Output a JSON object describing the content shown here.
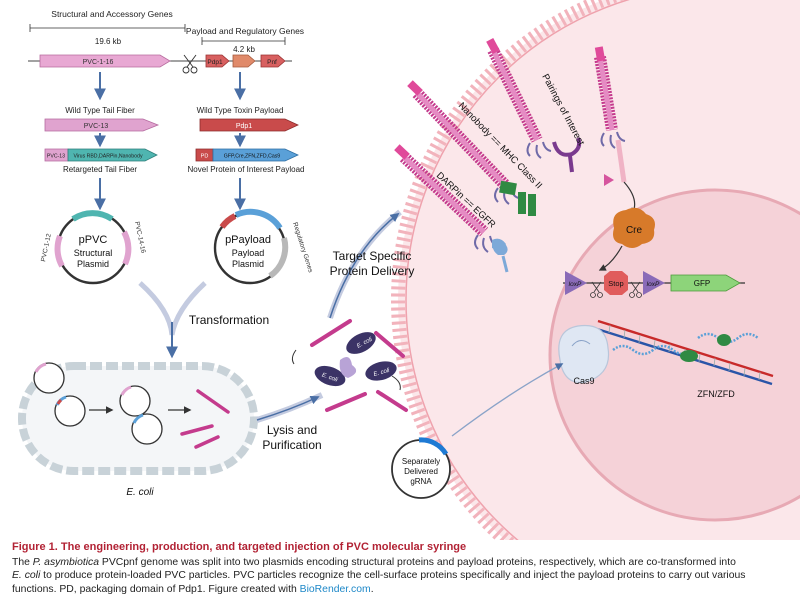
{
  "top": {
    "structural_header": "Structural and Accessory Genes",
    "structural_size": "19.6 kb",
    "payload_header": "Payload and Regulatory Genes",
    "payload_size": "4.2 kb",
    "pvc_gene": "PVC-1-16",
    "pdp1_gene": "Pdp1",
    "pnf_gene": "Pnf"
  },
  "tail": {
    "wild_label": "Wild Type Tail Fiber",
    "gene": "PVC-13",
    "retarget_part1": "PVC-13",
    "retarget_part2": "Virus RBD,DARPin,Nanobody",
    "retarget_label": "Retargeted Tail Fiber"
  },
  "toxin": {
    "wild_label": "Wild Type Toxin Payload",
    "gene": "Pdp1",
    "pd_part": "PD",
    "goi_part": "GFP,Cre,ZFN,ZFD,Cas9",
    "novel_label": "Novel Protein of Interest Payload"
  },
  "ppvc": {
    "name": "pPVC",
    "line1": "Structural",
    "line2": "Plasmid",
    "left_label": "PVC-1-12",
    "right_label": "PVC-14-16"
  },
  "ppayload": {
    "name": "pPayload",
    "line1": "Payload",
    "line2": "Plasmid",
    "side_label": "Regulatory Genes"
  },
  "process": {
    "transformation": "Transformation",
    "ecoli": "E. coli",
    "lysis_1": "Lysis and",
    "lysis_2": "Purification",
    "bug_label": "E. coli",
    "target_1": "Target Specific",
    "target_2": "Protein Delivery"
  },
  "receptors": {
    "darpin": "DARPin == EGFR",
    "nanobody": "Nanobody == MHC Class II",
    "pairings": "Pairings of Interest"
  },
  "cell": {
    "cre": "Cre",
    "loxp_left": "loxP",
    "stop": "Stop",
    "loxp_right": "loxP",
    "gfp": "GFP",
    "cas9": "Cas9",
    "zfn": "ZFN/ZFD",
    "grna_1": "Separately",
    "grna_2": "Delivered",
    "grna_3": "gRNA"
  },
  "caption": {
    "title": "Figure 1.  The engineering, production, and targeted injection of PVC molecular syringe",
    "l1a": "The ",
    "l1b": "P. asymbiotica",
    "l1c": " PVCpnf genome was split into two plasmids encoding structural proteins and payload proteins, respectively, which are co-transformed into",
    "l2a": "E. coli",
    "l2b": " to produce protein-loaded PVC particles. PVC particles recognize the cell-surface proteins specifically and inject the payload proteins to carry out various",
    "l3a": "functions. PD, packaging domain of Pdp1. Figure created with ",
    "l3b": "BioRender.com",
    "l3c": "."
  }
}
